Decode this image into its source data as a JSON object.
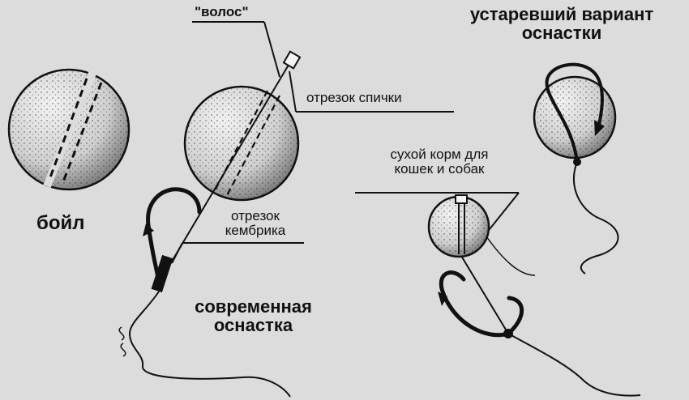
{
  "labels": {
    "hair": "\"волос\"",
    "match_piece": "отрезок спички",
    "boilie": "бойл",
    "cambric_line1": "отрезок",
    "cambric_line2": "кембрика",
    "modern_line1": "современная",
    "modern_line2": "оснастка",
    "dry_food_line1": "сухой корм для",
    "dry_food_line2": "кошек и собак",
    "outdated_line1": "устаревший вариант",
    "outdated_line2": "оснастки"
  },
  "colors": {
    "background": "#dcdcdc",
    "ink": "#111111",
    "ball_fill": "#ececec"
  }
}
